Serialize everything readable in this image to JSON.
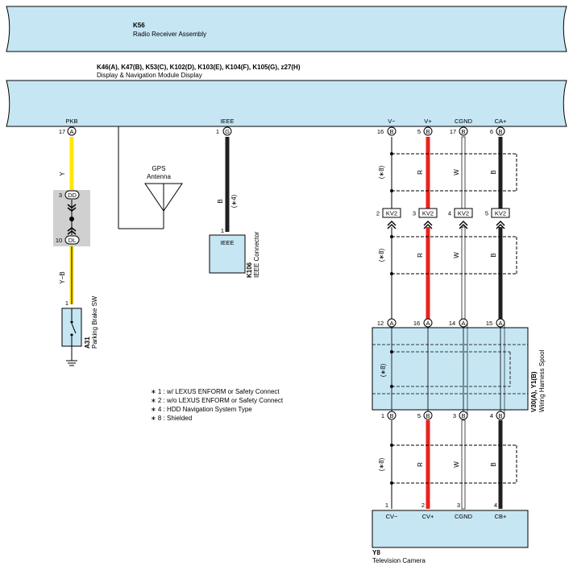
{
  "radio_receiver": {
    "code": "K56",
    "name": "Radio Receiver Assembly"
  },
  "display_module": {
    "code": "K46(A), K47(B), K53(C), K102(D), K103(E), K104(F), K105(G), z27(H)",
    "name": "Display & Navigation Module Display"
  },
  "display_pins": [
    {
      "label": "PKB",
      "num": "17",
      "conn": "A"
    },
    {
      "label": "IEEE",
      "num": "1",
      "conn": "G"
    },
    {
      "label": "V−",
      "num": "16",
      "conn": "B"
    },
    {
      "label": "V+",
      "num": "5",
      "conn": "B"
    },
    {
      "label": "CGND",
      "num": "17",
      "conn": "B"
    },
    {
      "label": "CA+",
      "num": "6",
      "conn": "B"
    }
  ],
  "pkb_circuit": {
    "upper_wire_color": "Y",
    "joint_upper": {
      "num": "3",
      "conn": "DD"
    },
    "joint_lower": {
      "num": "10",
      "conn": "DL"
    },
    "lower_wire_color": "Y−B",
    "switch_pin": "1",
    "switch_code": "A31",
    "switch_name": "Parking Brake SW"
  },
  "gps": {
    "label_line1": "GPS",
    "label_line2": "Antenna"
  },
  "ieee_circuit": {
    "wire_color": "B",
    "note": "(∗4)",
    "connector_pin": "1",
    "connector_label": "IEEE",
    "connector_code": "K106",
    "connector_name": "IEEE Connector"
  },
  "kv2_connectors": [
    {
      "num": "2",
      "label": "KV2"
    },
    {
      "num": "3",
      "label": "KV2"
    },
    {
      "num": "4",
      "label": "KV2"
    },
    {
      "num": "5",
      "label": "KV2"
    }
  ],
  "wire_colors": [
    "R",
    "W",
    "B"
  ],
  "shield_note": "(∗8)",
  "spool": {
    "code": "V30(A), Y1(B)",
    "name": "Wiring Harness Spool",
    "top_pins": [
      {
        "num": "12",
        "conn": "A"
      },
      {
        "num": "16",
        "conn": "A"
      },
      {
        "num": "14",
        "conn": "A"
      },
      {
        "num": "15",
        "conn": "A"
      }
    ],
    "bottom_pins": [
      {
        "num": "1",
        "conn": "B"
      },
      {
        "num": "5",
        "conn": "B"
      },
      {
        "num": "3",
        "conn": "B"
      },
      {
        "num": "4",
        "conn": "B"
      }
    ]
  },
  "camera": {
    "code": "Y8",
    "name": "Television Camera",
    "pins": [
      {
        "num": "1",
        "label": "CV−"
      },
      {
        "num": "2",
        "label": "CV+"
      },
      {
        "num": "3",
        "label": "CGND"
      },
      {
        "num": "4",
        "label": "CB+"
      }
    ]
  },
  "notes": [
    "∗ 1 : w/ LEXUS ENFORM or Safety Connect",
    "∗ 2 : w/o LEXUS ENFORM or Safety Connect",
    "∗ 4 : HDD Navigation System Type",
    "∗ 8 : Shielded"
  ],
  "colors": {
    "module_fill": "#c6e6f4",
    "yellow_wire": "#ffe600",
    "red_wire": "#e8241c",
    "black_wire": "#231f20",
    "joint_gray": "#d0d0d0"
  }
}
